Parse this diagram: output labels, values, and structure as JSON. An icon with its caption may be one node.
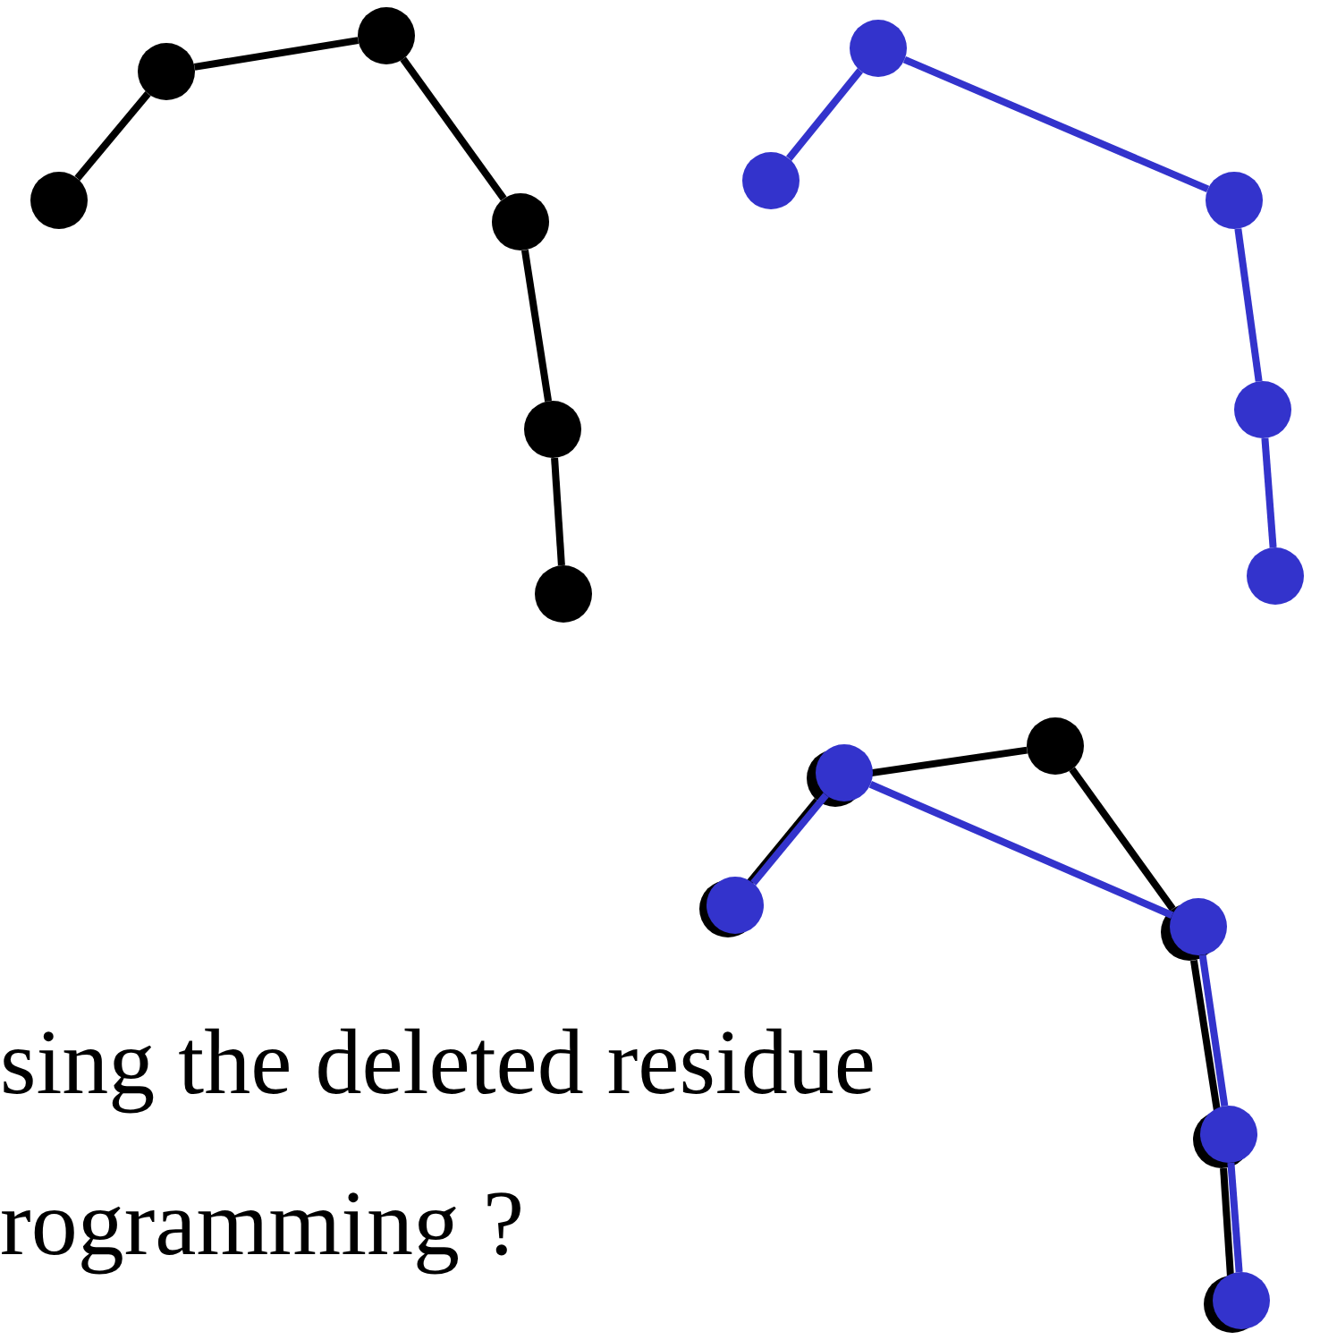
{
  "diagram": {
    "nodes": [
      {
        "text": [],
        "shape": "circle"
      },
      {
        "text": [],
        "shape": "circle"
      },
      {
        "text": [],
        "shape": "circle"
      },
      {
        "text": [],
        "shape": "circle"
      },
      {
        "text": [],
        "shape": "circle"
      },
      {
        "text": [],
        "shape": "circle"
      },
      {
        "text": [],
        "shape": "circle"
      },
      {
        "text": [],
        "shape": "circle"
      },
      {
        "text": [],
        "shape": "circle"
      },
      {
        "text": [],
        "shape": "circle"
      },
      {
        "text": [],
        "shape": "circle"
      },
      {
        "text": [],
        "shape": "circle"
      },
      {
        "text": [],
        "shape": "circle"
      },
      {
        "text": [],
        "shape": "circle"
      },
      {
        "text": [],
        "shape": "circle"
      },
      {
        "text": [],
        "shape": "circle"
      },
      {
        "text": [],
        "shape": "circle"
      },
      {
        "text": [],
        "shape": "circle"
      },
      {
        "text": [],
        "shape": "circle"
      },
      {
        "text": [],
        "shape": "circle"
      },
      {
        "text": [],
        "shape": "circle"
      },
      {
        "text": [],
        "shape": "circle"
      }
    ],
    "edges": [
      {
        "from": 0,
        "to": 1,
        "arrow": "none"
      },
      {
        "from": 1,
        "to": 2,
        "arrow": "none"
      },
      {
        "from": 2,
        "to": 3,
        "arrow": "none"
      },
      {
        "from": 3,
        "to": 4,
        "arrow": "none"
      },
      {
        "from": 4,
        "to": 5,
        "arrow": "none"
      },
      {
        "from": 6,
        "to": 7,
        "arrow": "none",
        "color": "#3333cc"
      },
      {
        "from": 7,
        "to": 8,
        "arrow": "none",
        "color": "#3333cc"
      },
      {
        "from": 8,
        "to": 9,
        "arrow": "none",
        "color": "#3333cc"
      },
      {
        "from": 9,
        "to": 10,
        "arrow": "none",
        "color": "#3333cc"
      },
      {
        "from": 11,
        "to": 12,
        "arrow": "none"
      },
      {
        "from": 12,
        "to": 13,
        "arrow": "none"
      },
      {
        "from": 13,
        "to": 14,
        "arrow": "none"
      },
      {
        "from": 14,
        "to": 15,
        "arrow": "none"
      },
      {
        "from": 15,
        "to": 16,
        "arrow": "none"
      },
      {
        "from": 17,
        "to": 18,
        "arrow": "none",
        "color": "#3333cc"
      },
      {
        "from": 18,
        "to": 19,
        "arrow": "none",
        "color": "#3333cc"
      },
      {
        "from": 19,
        "to": 20,
        "arrow": "none",
        "color": "#3333cc"
      },
      {
        "from": 20,
        "to": 21,
        "arrow": "none",
        "color": "#3333cc"
      }
    ],
    "labels": [
      "sing the deleted residue",
      "rogramming ?"
    ]
  }
}
